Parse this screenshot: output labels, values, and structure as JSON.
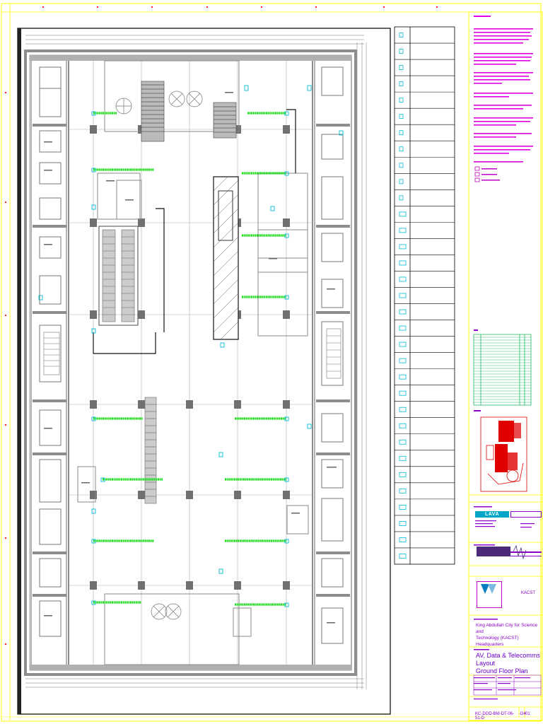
{
  "titleblock": {
    "client_line1": "King Abdullah City for Science and",
    "client_line2": "Technology (KACST) Headquarters",
    "drawing_title_line1": "AV, Data & Telecomms Layout",
    "drawing_title_line2": "Ground Floor Plan",
    "drawing_number": "KC-DOD-BM-DT-06-51-D",
    "revision_code": "-D4",
    "revision": "01",
    "architect_logo": "LAVA",
    "short_name": "KACST"
  },
  "colors": {
    "wall": "#8c8c8c",
    "column": "#707070",
    "cable_tray": "#22dd22",
    "device": "#00bcd4",
    "sheet_border": "#ffff00",
    "notes": "#e000e0",
    "key_plan": "#e00000",
    "legend_table": "#00b050"
  },
  "icons": [
    "floor-plan-diagram",
    "legend-symbol-icon",
    "key-plan-icon",
    "client-logo-icon"
  ]
}
